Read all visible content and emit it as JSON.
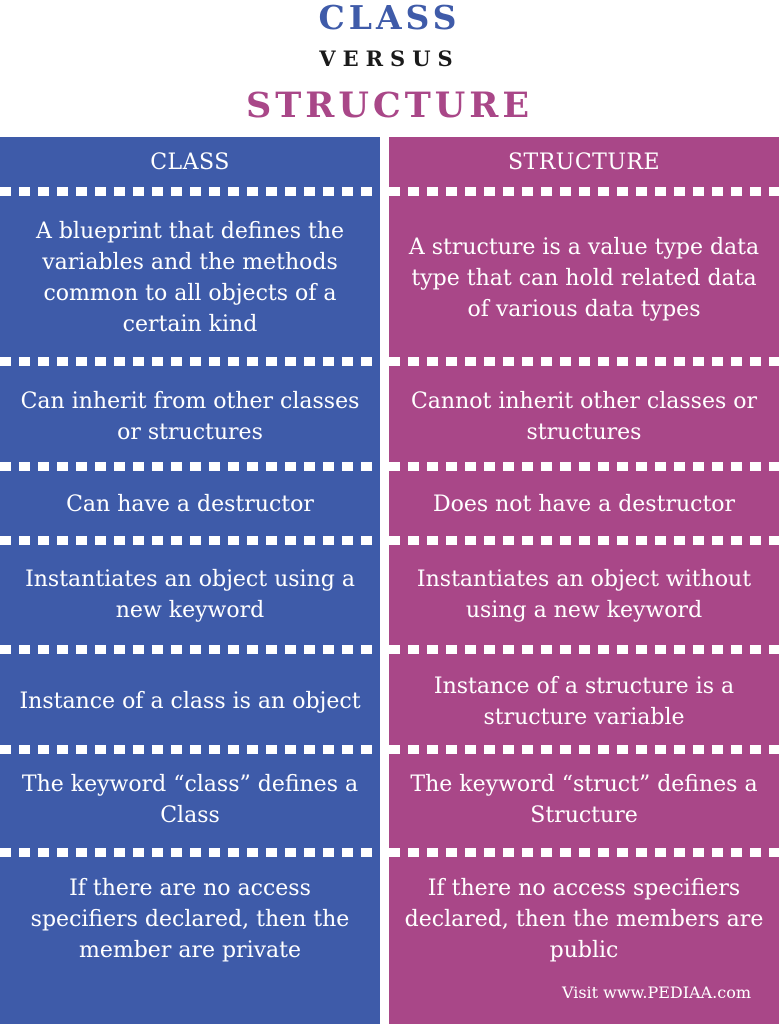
{
  "title": {
    "line1": "CLASS",
    "line2": "VERSUS",
    "line3": "STRUCTURE"
  },
  "columns": {
    "left_header": "CLASS",
    "right_header": "STRUCTURE"
  },
  "rows": [
    {
      "class": "A blueprint that defines the variables and the methods common to all objects of a certain kind",
      "structure": "A structure is a value type data type that can hold related data of various data types"
    },
    {
      "class": "Can inherit from other classes or structures",
      "structure": "Cannot inherit other classes or structures"
    },
    {
      "class": "Can have a destructor",
      "structure": "Does not have a destructor"
    },
    {
      "class": "Instantiates an object using a new keyword",
      "structure": "Instantiates an object without using a new keyword"
    },
    {
      "class": "Instance of a class is an object",
      "structure": "Instance of a structure is a structure variable"
    },
    {
      "class": "The keyword “class” defines a Class",
      "structure": "The keyword “struct” defines a Structure"
    },
    {
      "class": "If there are no access specifiers declared, then the member are private",
      "structure": "If there no access specifiers declared, then the members are public"
    }
  ],
  "footer": "Visit www.PEDIAA.com",
  "colors": {
    "class": "#3e5ba9",
    "structure": "#a94788",
    "title_class": "#3f5ba9",
    "title_structure": "#a94788"
  }
}
